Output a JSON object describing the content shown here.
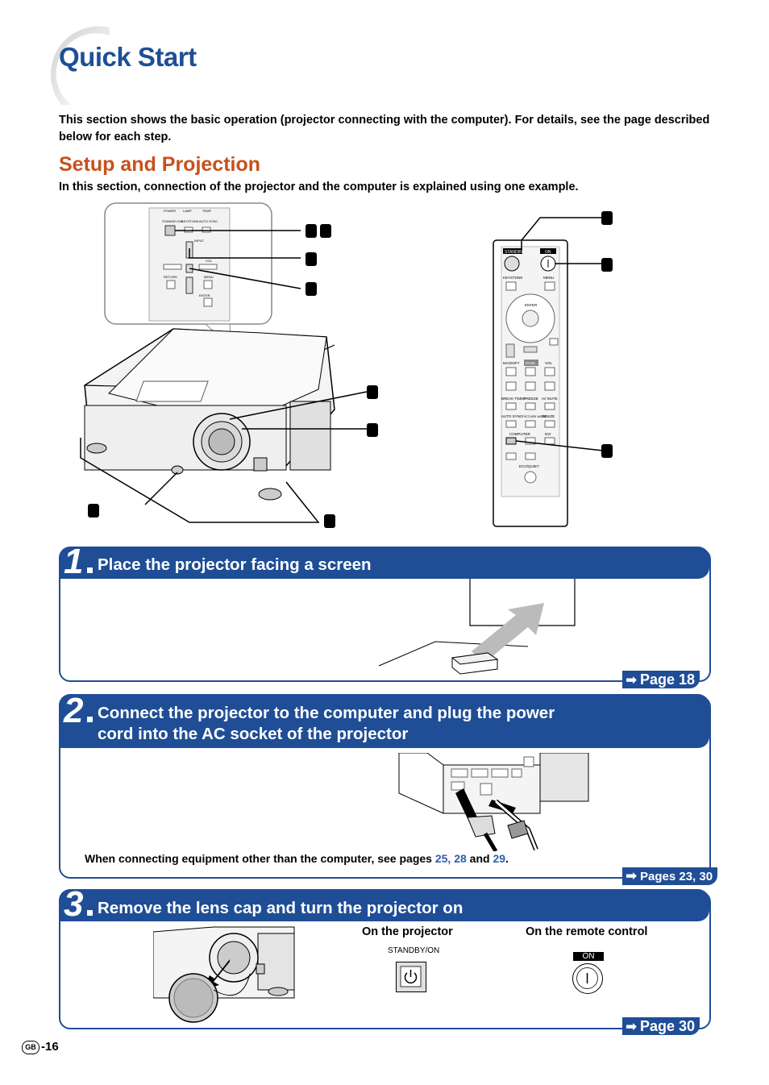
{
  "page": {
    "title": "Quick Start",
    "intro": "This section shows the basic operation (projector connecting with the computer). For details, see the page described below for each step.",
    "section_heading": "Setup and Projection",
    "section_sub": "In this section, connection of the projector and the computer is explained using one example."
  },
  "panel_labels": {
    "standby_on": "STANDBY/ON",
    "keystone": "KEYSTONE",
    "auto_sync": "AUTO SYNC",
    "input": "INPUT",
    "vol": "VOL",
    "return": "RETURN",
    "menu": "MENU",
    "enter": "ENTER",
    "power": "POWER",
    "lamp": "LAMP",
    "temp": "TEMP"
  },
  "remote_labels": {
    "standby": "STANDBY",
    "on": "ON",
    "keystone": "KEYSTONE",
    "menu": "MENU",
    "enter": "ENTER",
    "magnify": "MAGNIFY",
    "page": "PAGE",
    "vol": "VOL",
    "break_timer": "BREAK TIMER",
    "freeze": "FREEZE",
    "av_mute": "AV MUTE",
    "auto_sync": "AUTO SYNC",
    "picture_mode": "PICTURE MODE",
    "resize": "RESIZE",
    "computer": "COMPUTER",
    "dvi": "DVI",
    "eco_quiet": "ECO/QUIET"
  },
  "steps": [
    {
      "number": "1",
      "title": "Place the projector facing a screen",
      "ref": "Page 18"
    },
    {
      "number": "2",
      "title_line1": "Connect the projector to the computer and plug the power",
      "title_line2": "cord into the AC socket of the projector",
      "ref": "Pages 23, 30"
    },
    {
      "number": "3",
      "title": "Remove the lens cap and turn the projector on",
      "ref": "Page 30"
    }
  ],
  "note": {
    "before": "When connecting equipment other than the computer, see pages ",
    "p1": "25",
    "sep": ", ",
    "p2": "28",
    "and": " and ",
    "p3": "29",
    "end": "."
  },
  "step3_labels": {
    "on_projector": "On the projector",
    "on_remote": "On the remote control",
    "standby_on": "STANDBY/ON",
    "on": "ON"
  },
  "footer": {
    "region": "GB",
    "page": "-16"
  },
  "colors": {
    "primary": "#1f4e96",
    "heading": "#c8501a",
    "link": "#2f5fa8"
  }
}
